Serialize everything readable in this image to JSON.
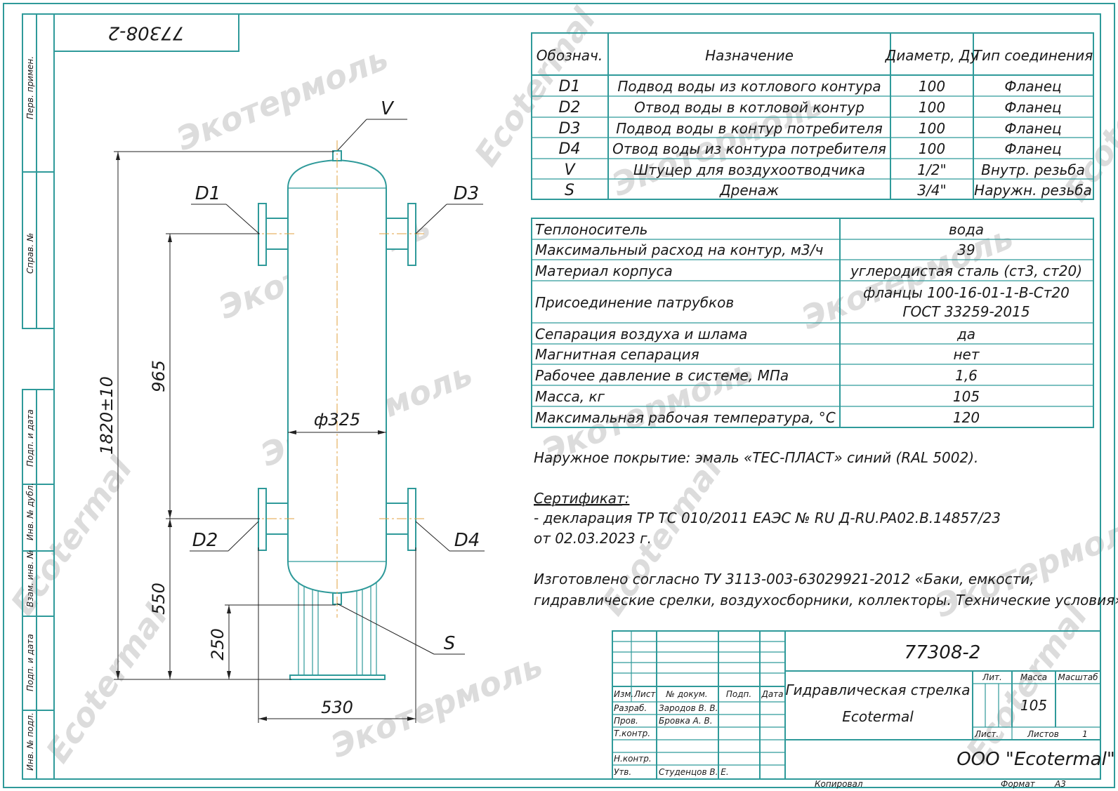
{
  "doc_number": "77308-2",
  "side_labels": [
    "Перв. примен.",
    "Справ. №",
    "Подп. и дата",
    "Инв. № дубл.",
    "Взам. инв. №",
    "Подп. и дата",
    "Инв. № подл."
  ],
  "watermarks": [
    "Экотермоль",
    "Ecotermal"
  ],
  "labels": {
    "V": "V",
    "D1": "D1",
    "D2": "D2",
    "D3": "D3",
    "D4": "D4",
    "S": "S"
  },
  "dimensions": {
    "total": "1820±10",
    "d965": "965",
    "d550": "550",
    "d250": "250",
    "d530": "530",
    "diameter": "ф325"
  },
  "connections": {
    "headers": [
      "Обознач.",
      "Назначение",
      "Диаметр, Ду",
      "Тип соединения"
    ],
    "rows": [
      [
        "D1",
        "Подвод воды из котлового контура",
        "100",
        "Фланец"
      ],
      [
        "D2",
        "Отвод воды в котловой контур",
        "100",
        "Фланец"
      ],
      [
        "D3",
        "Подвод воды в контур потребителя",
        "100",
        "Фланец"
      ],
      [
        "D4",
        "Отвод воды из контура потребителя",
        "100",
        "Фланец"
      ],
      [
        "V",
        "Штуцер для воздухоотводчика",
        "1/2\"",
        "Внутр. резьба"
      ],
      [
        "S",
        "Дренаж",
        "3/4\"",
        "Наружн. резьба"
      ]
    ]
  },
  "specs": [
    [
      "Теплоноситель",
      "вода"
    ],
    [
      "Максимальный расход на контур, м3/ч",
      "39"
    ],
    [
      "Материал корпуса",
      "углеродистая сталь (ст3, ст20)"
    ],
    [
      "Присоединение патрубков",
      "фланцы 100-16-01-1-В-Ст20",
      "ГОСТ 33259-2015"
    ],
    [
      "Сепарация воздуха и шлама",
      "да"
    ],
    [
      "Магнитная сепарация",
      "нет"
    ],
    [
      "Рабочее давление в системе, МПа",
      "1,6"
    ],
    [
      "Масса, кг",
      "105"
    ],
    [
      "Максимальная рабочая температура, °С",
      "120"
    ]
  ],
  "notes": {
    "coating": "Наружное покрытие: эмаль «ТЕС-ПЛАСТ» синий (RAL 5002).",
    "cert_title": "Сертификат:",
    "cert_line1": "- декларация ТР ТС 010/2011 ЕАЭС № RU Д-RU.PA02.B.14857/23",
    "cert_line2": "от 02.03.2023 г.",
    "made_line1": "Изготовлено согласно ТУ 3113-003-63029921-2012 «Баки, емкости,",
    "made_line2": "гидравлические срелки, воздухосборники, коллекторы. Технические условия»."
  },
  "title_block": {
    "number": "77308-2",
    "name_line1": "Гидравлическая стрелка",
    "name_line2": "Ecotermal",
    "headers": [
      "Изм.",
      "Лист",
      "№ докум.",
      "Подп.",
      "Дата"
    ],
    "roles": [
      [
        "Разраб.",
        "Зародов В. В."
      ],
      [
        "Пров.",
        "Бровка А. В."
      ],
      [
        "Т.контр.",
        ""
      ],
      [
        "Н.контр.",
        ""
      ],
      [
        "Утв.",
        "Студенцов В. Е."
      ]
    ],
    "lit_label": "Лит.",
    "mass_label": "Масса",
    "scale_label": "Масштаб",
    "mass_value": "105",
    "sheet_label": "Лист.",
    "sheets_label": "Листов",
    "sheets_value": "1",
    "company": "ООО \"Ecotermal\"",
    "copied_label": "Копировал",
    "format_label": "Формат",
    "format_value": "А3"
  },
  "colors": {
    "line": "#2f9a9a",
    "axis": "#e0a040",
    "text": "#1a1a1a",
    "watermark": "#dcdcdc"
  }
}
